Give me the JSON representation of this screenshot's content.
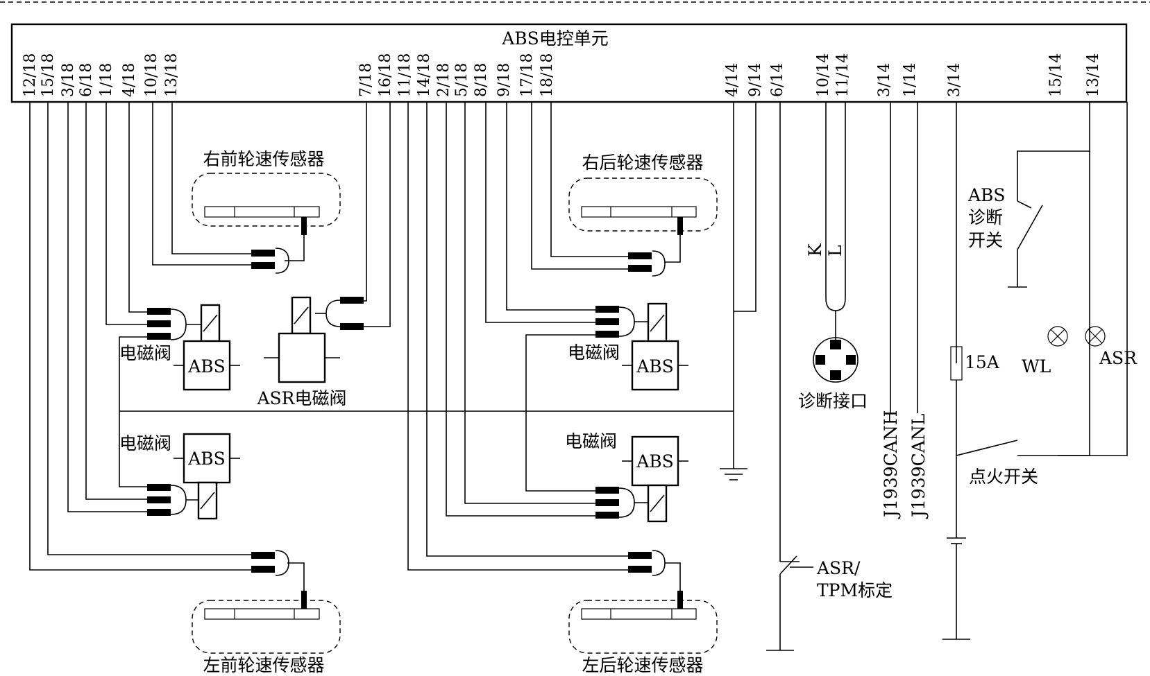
{
  "ecu": {
    "title": "ABS电控单元",
    "pins_left": [
      "12/18",
      "15/18",
      "3/18",
      "6/18",
      "1/18",
      "4/18",
      "10/18",
      "13/18"
    ],
    "pins_mid": [
      "7/18",
      "16/18",
      "11/18",
      "14/18",
      "2/18",
      "5/18",
      "8/18",
      "9/18",
      "17/18",
      "18/18"
    ],
    "pins_right": [
      "4/14",
      "9/14",
      "6/14",
      "10/14",
      "11/14",
      "3/14",
      "1/14",
      "3/14",
      "15/14",
      "13/14"
    ]
  },
  "sensors": {
    "front_right": "右前轮速传感器",
    "rear_right": "右后轮速传感器",
    "front_left": "左前轮速传感器",
    "rear_left": "左后轮速传感器"
  },
  "valves": {
    "solenoid": "电磁阀",
    "abs": "ABS",
    "asr_valve": "ASR电磁阀"
  },
  "diag": {
    "k": "K",
    "l": "L",
    "port": "诊断接口",
    "canh": "J1939CANH",
    "canl": "J1939CANL"
  },
  "right_side": {
    "abs_switch_1": "ABS",
    "abs_switch_2": "诊断",
    "abs_switch_3": "开关",
    "fuse": "15A",
    "wl": "WL",
    "asr": "ASR",
    "ignition": "点火开关",
    "asr_tpm_1": "ASR/",
    "asr_tpm_2": "TPM标定"
  }
}
